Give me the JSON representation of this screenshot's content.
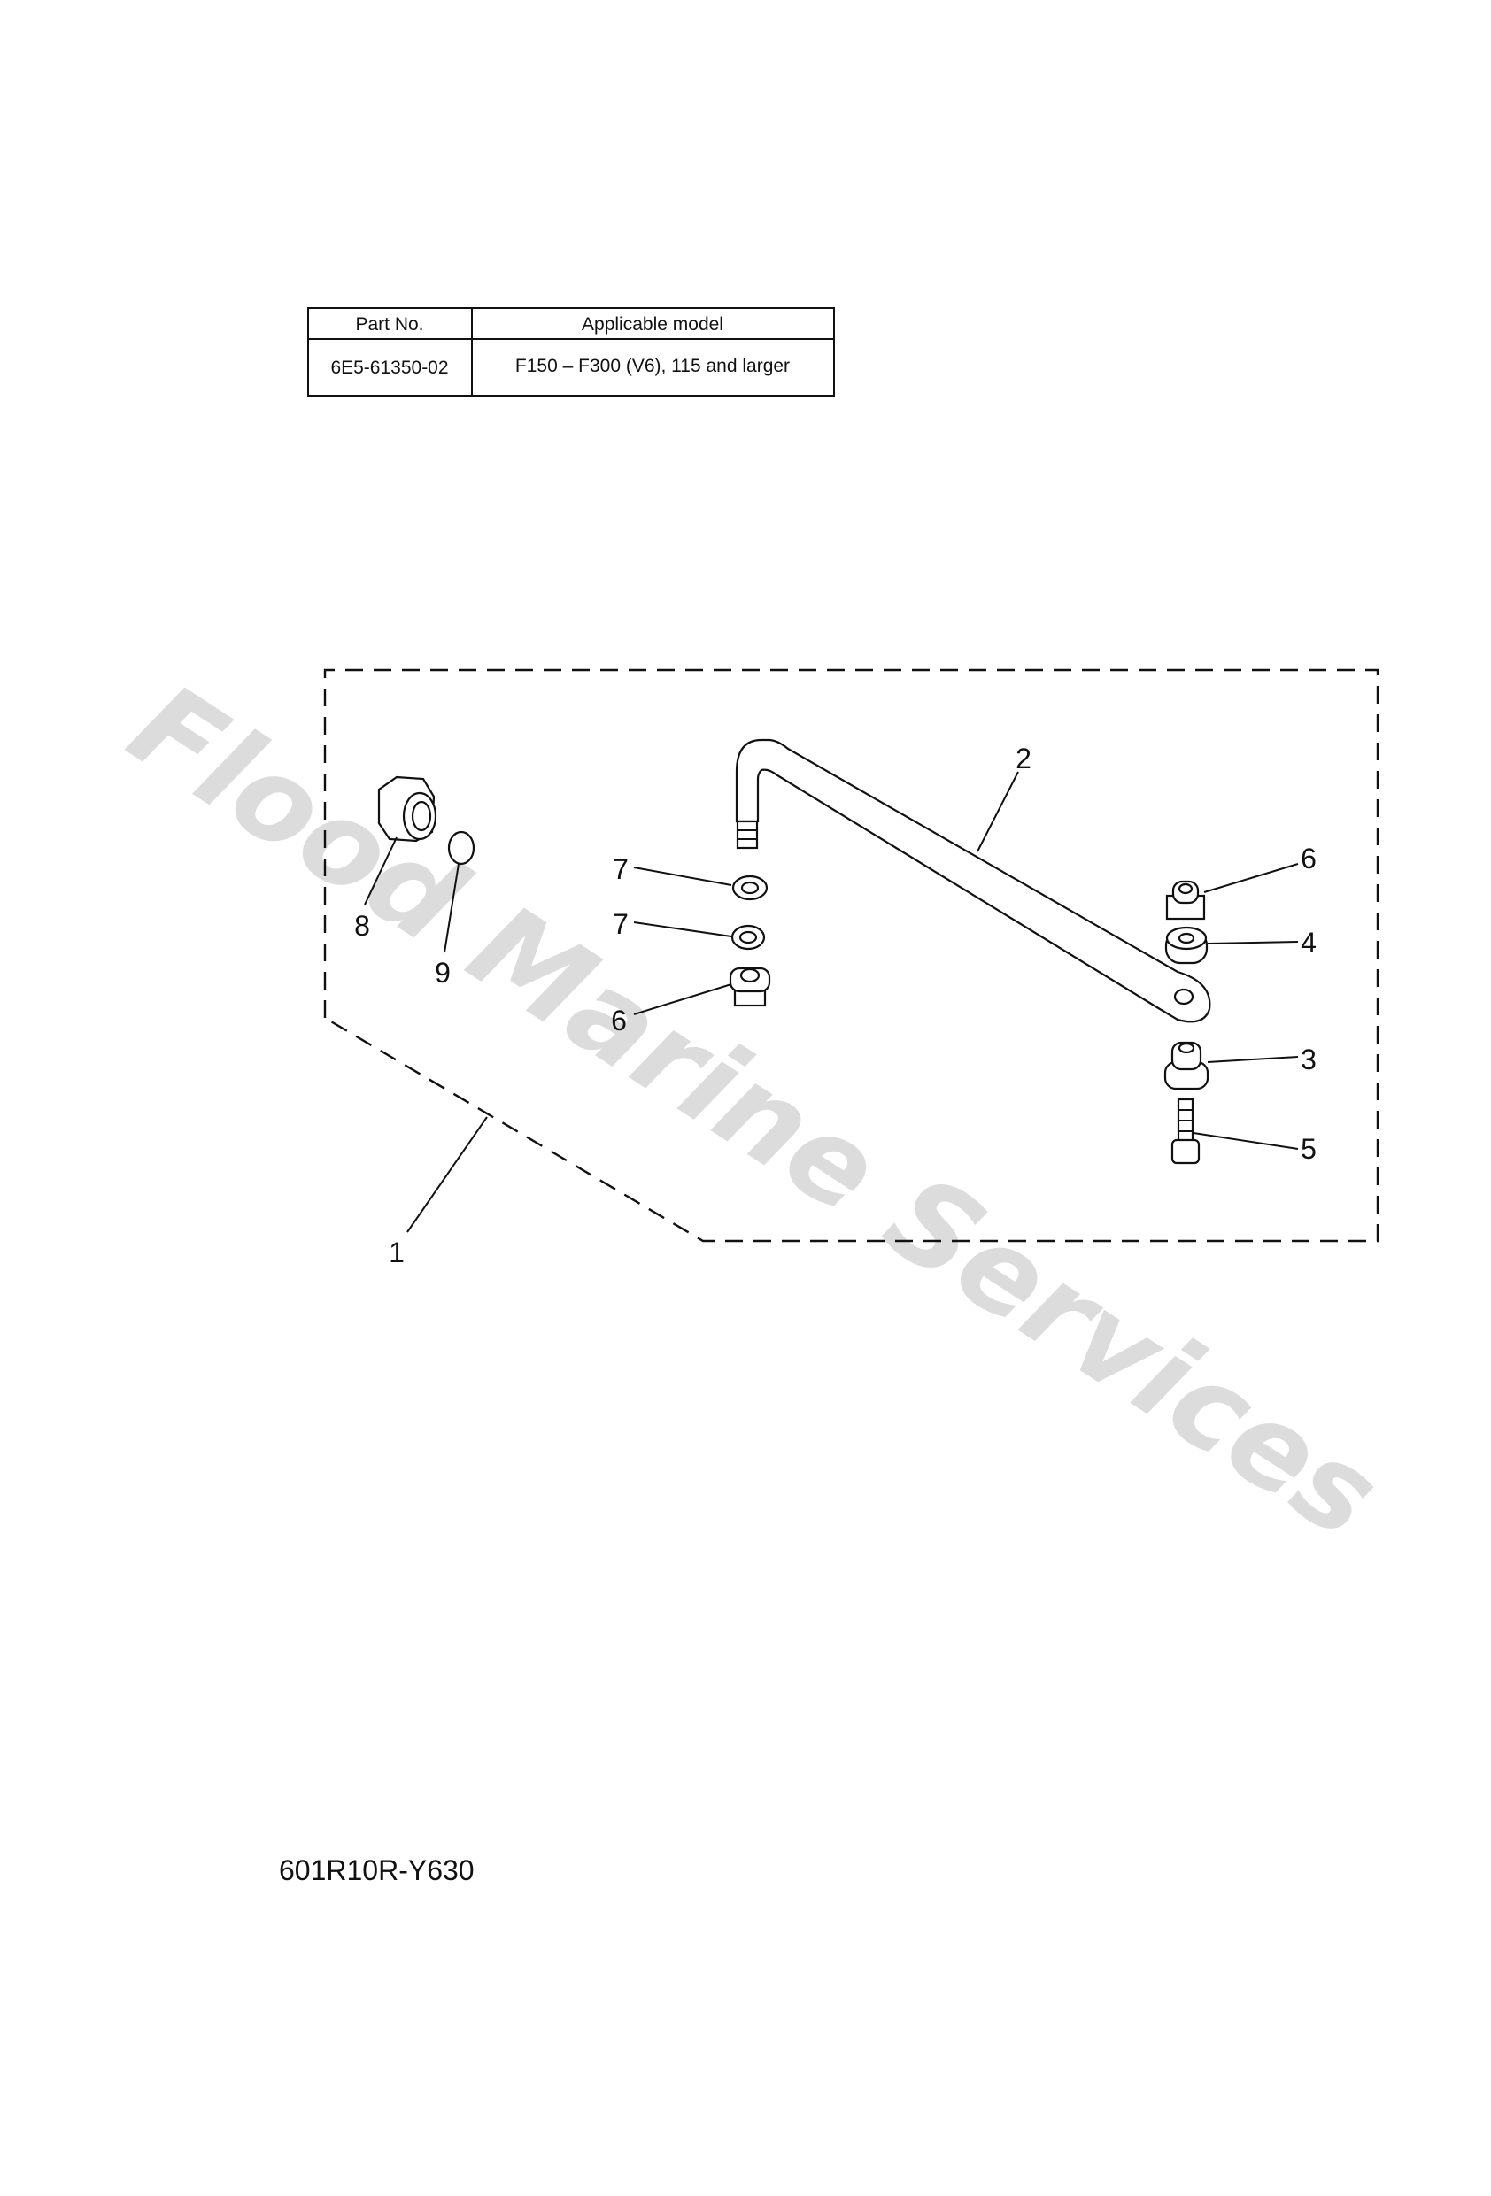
{
  "table": {
    "headers": [
      "Part No.",
      "Applicable model"
    ],
    "rows": [
      [
        "6E5-61350-02",
        "F150 – F300 (V6), 115 and larger"
      ]
    ]
  },
  "callouts": {
    "c1": "1",
    "c2": "2",
    "c3": "3",
    "c4": "4",
    "c5": "5",
    "c6a": "6",
    "c6b": "6",
    "c7a": "7",
    "c7b": "7",
    "c8": "8",
    "c9": "9"
  },
  "watermark": "Flood Marine Services",
  "footer_code": "601R10R-Y630"
}
